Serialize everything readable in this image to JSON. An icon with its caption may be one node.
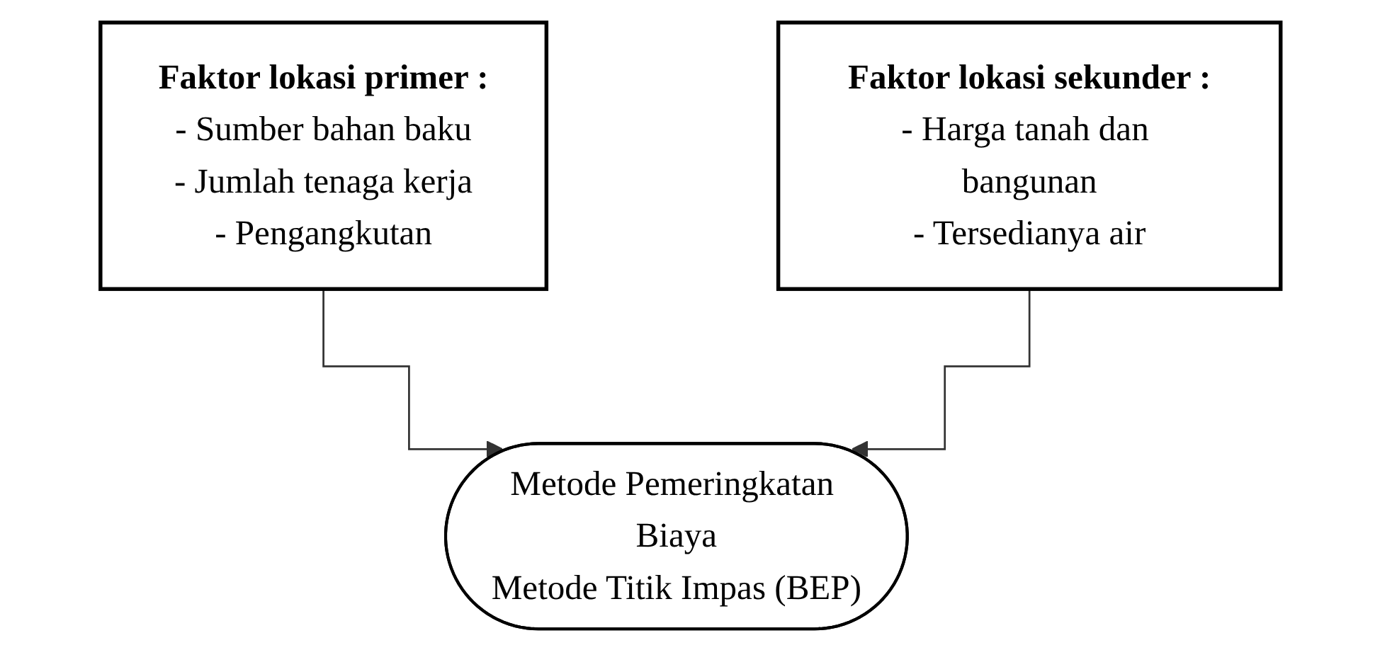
{
  "diagram": {
    "nodes": [
      {
        "text": [
          "Faktor lokasi primer :",
          "- Sumber bahan baku",
          "- Jumlah tenaga kerja",
          "- Pengangkutan"
        ]
      },
      {
        "text": [
          "Faktor lokasi sekunder :",
          "- Harga tanah dan bangunan",
          "- Tersedianya air"
        ]
      },
      {
        "text": [
          "Metode Pemeringkatan Biaya",
          "Metode Titik Impas (BEP)"
        ]
      }
    ],
    "edges": [
      {
        "from": 0,
        "to": 2,
        "arrow": "to"
      },
      {
        "from": 1,
        "to": 2,
        "arrow": "to"
      }
    ]
  }
}
